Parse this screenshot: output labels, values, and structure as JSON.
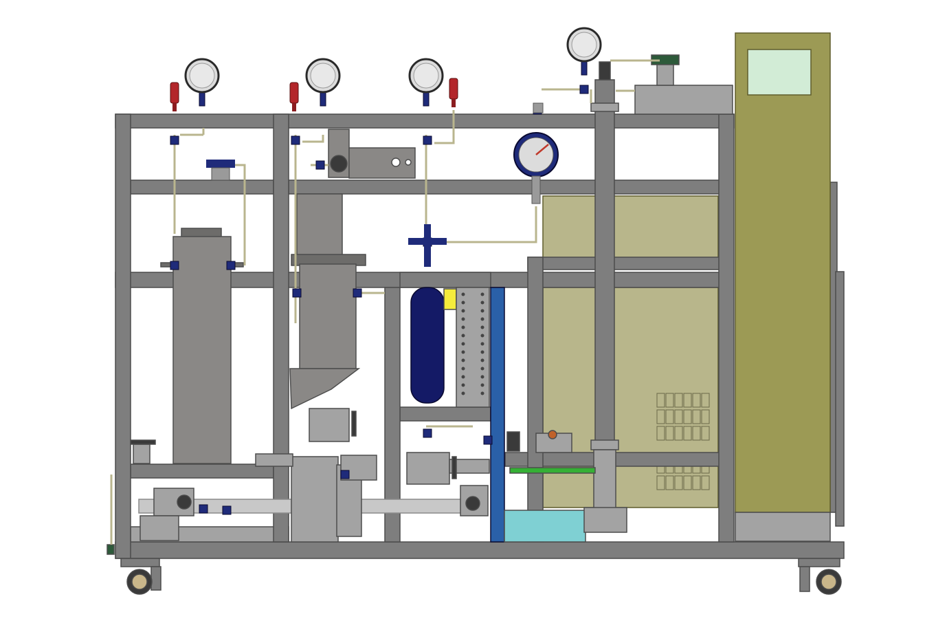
{
  "title": "",
  "colors": {
    "background": "#ffffff",
    "frame": "#7e7e7e",
    "frame_edge": "#4c4c4c",
    "cylinder": "#8a8886",
    "cylinder_edge": "#4d4d4d",
    "cabinet": "#9c9a55",
    "cabinet_edge": "#5e5c2c",
    "cabinet_panel": "#b8b68b",
    "screen": "#d2ecd6",
    "gauge_face": "#dcdcdc",
    "gauge_rim": "#2a2a2a",
    "fitting_blue": "#1f2b7a",
    "valve_red": "#b3262a",
    "blue_tank": "#141a66",
    "blue_column": "#2a60a8",
    "cyan_tank": "#7fd0d3",
    "yellow_tag": "#f5ec3c",
    "tube": "#c8c8c8",
    "tube_edge": "#8a8a8a",
    "green_line": "#35b035",
    "wheel": "#c9b68a"
  },
  "components": {
    "pressure_gauges": 5,
    "relief_valves": 3,
    "vertical_vessels": 2,
    "wheels": 2
  }
}
